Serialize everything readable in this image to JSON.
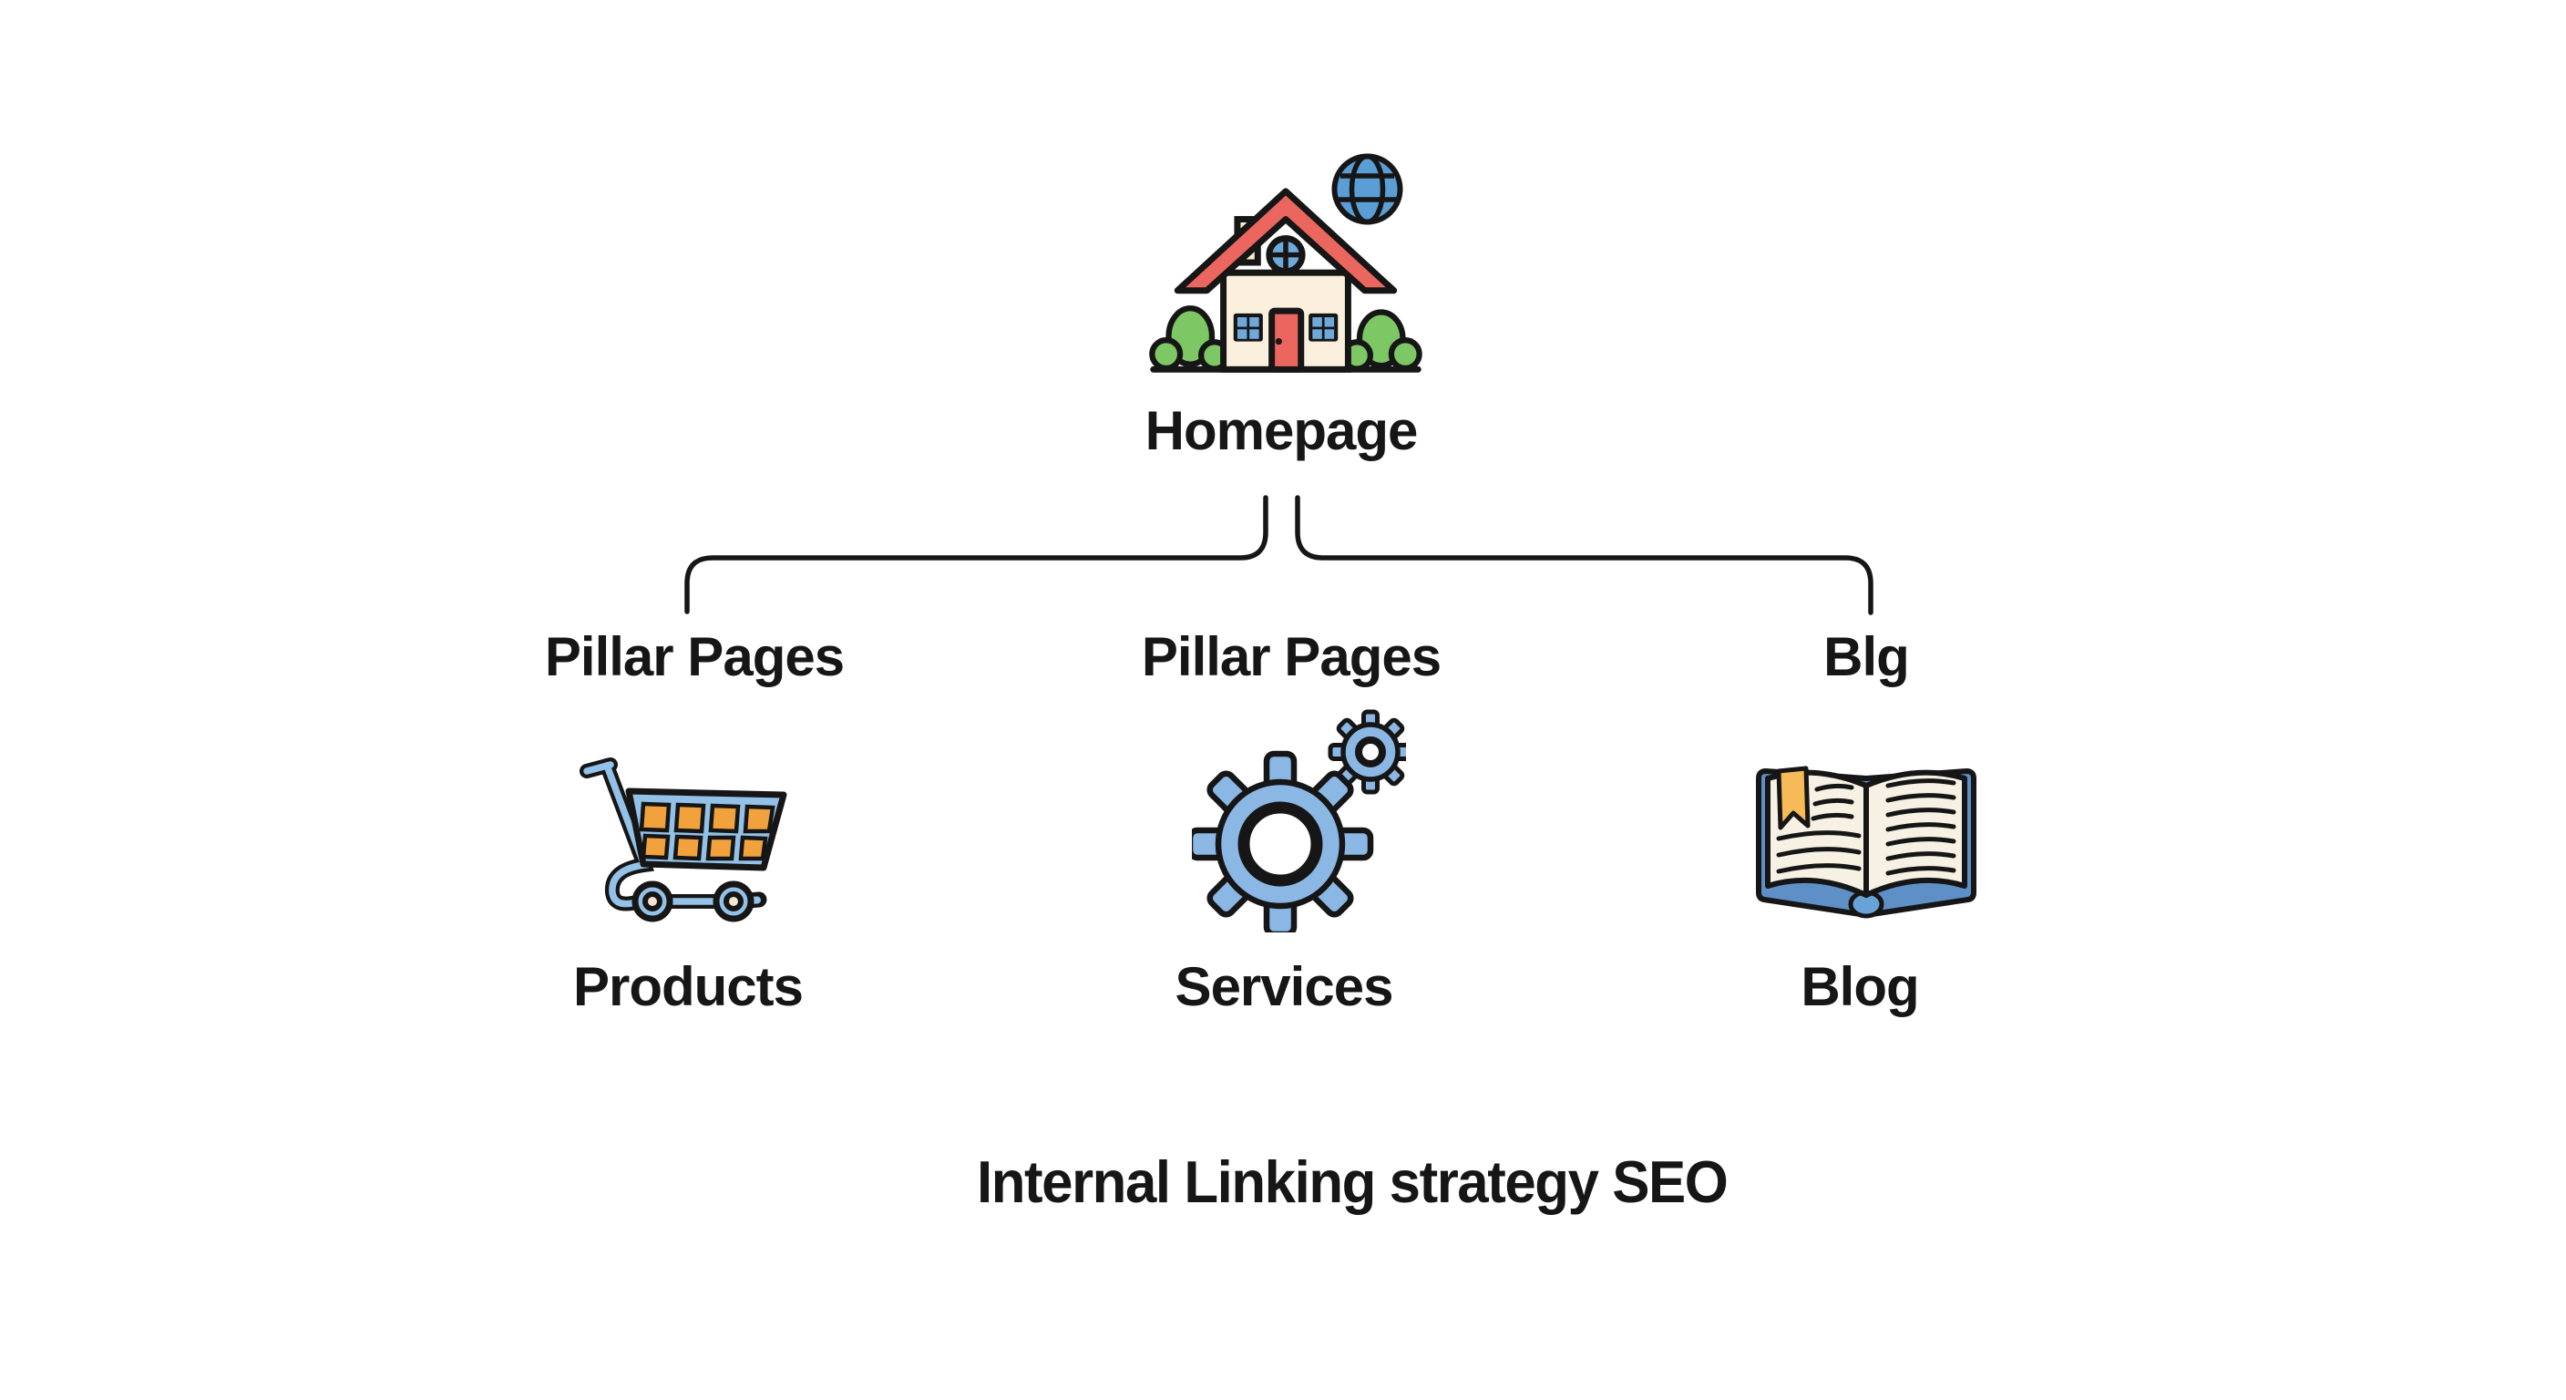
{
  "diagram": {
    "root": {
      "label": "Homepage",
      "icon": "house-with-globe"
    },
    "branches": [
      {
        "heading": "Pillar Pages",
        "label": "Products",
        "icon": "shopping-cart-icon"
      },
      {
        "heading": "Pillar Pages",
        "label": "Services",
        "icon": "gears-icon"
      },
      {
        "heading": "Blg",
        "label": "Blog",
        "icon": "open-book-icon"
      }
    ],
    "caption": "Internal Linking strategy SEO"
  },
  "colors": {
    "background": "#ffffff",
    "line": "#161616",
    "text": "#161616",
    "roof_red": "#ec6660",
    "wall_cream": "#faf0dd",
    "window_blue": "#6fa9dc",
    "bush_green": "#7dc765",
    "grass_green": "#8cc87f",
    "globe_blue": "#5b9ed5",
    "cart_blue": "#93c1e8",
    "cart_orange": "#f2a23c",
    "hub_cream": "#f3e6d2",
    "gear_blue": "#8ab7e3",
    "book_page_cream": "#f7f1e4",
    "book_cover_blue": "#5e8fc6",
    "bookmark_orange": "#f6bb58"
  }
}
